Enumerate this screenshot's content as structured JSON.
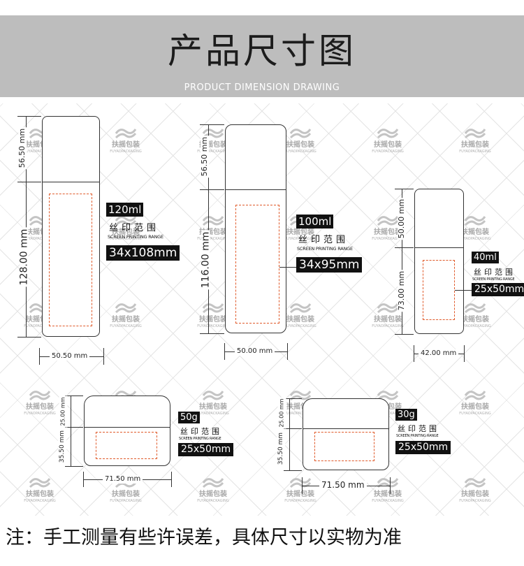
{
  "header": {
    "title": "产品尺寸图",
    "subtitle": "PRODUCT DIMENSION DRAWING"
  },
  "watermark": {
    "brand_cn": "扶摇包装",
    "brand_en": "FUYAOPACKAGING"
  },
  "products": [
    {
      "capacity": "120ml",
      "screen_printing_cn": "丝印范围",
      "screen_printing_en": "SCREEN PRINTING RANGE",
      "print_size": "34x108mm",
      "cap_height": "56.50 mm",
      "body_height": "128.00 mm",
      "width": "50.50 mm"
    },
    {
      "capacity": "100ml",
      "screen_printing_cn": "丝印范围",
      "screen_printing_en": "SCREEN PRINTING RANGE",
      "print_size": "34x95mm",
      "cap_height": "56.50 mm",
      "body_height": "116.00 mm",
      "width": "50.00 mm"
    },
    {
      "capacity": "40ml",
      "screen_printing_cn": "丝印范围",
      "screen_printing_en": "SCREEN PRINTING RANGE",
      "print_size": "25x50mm",
      "cap_height": "50.00 mm",
      "body_height": "73.00 mm",
      "width": "42.00 mm"
    },
    {
      "capacity": "50g",
      "screen_printing_cn": "丝印范围",
      "screen_printing_en": "SCREEN PRINTING RANGE",
      "print_size": "25x50mm",
      "cap_height": "25.00 mm",
      "body_height": "35.50 mm",
      "width": "71.50 mm"
    },
    {
      "capacity": "30g",
      "screen_printing_cn": "丝印范围",
      "screen_printing_en": "SCREEN PRINTING RANGE",
      "print_size": "25x50mm",
      "cap_height": "25.00 mm",
      "body_height": "35.50 mm",
      "width": "71.50 mm"
    }
  ],
  "note": "注：手工测量有些许误差，具体尺寸以实物为准",
  "colors": {
    "header_bg": "#bdbdbd",
    "print_area_dash": "#e05a2a",
    "label_bg": "#111111"
  }
}
